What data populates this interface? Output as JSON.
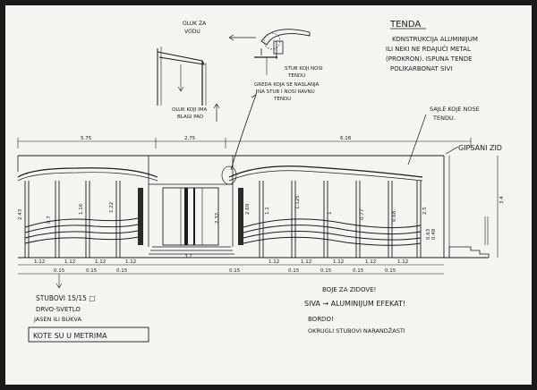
{
  "title": "TENDA",
  "notes": {
    "tenda_desc": [
      "KONSTRUKCIJA ALUMINIJUM",
      "ILI NEKI NE RDAJUĆI METAL",
      "(PROKRON). ISPUNA TENDE",
      "POLIKARBONAT SIVI"
    ],
    "oluk_voda": [
      "OLUK ZA",
      "VODU"
    ],
    "stub_tendu": [
      "STUB KOJI NOSI",
      "TENDU"
    ],
    "greda": [
      "GREDA KOJA SE NASLANJA",
      "NA STUB I NOSI RAVNU",
      "TENDU"
    ],
    "oluk_pad": [
      "OLUK KOJI IMA",
      "BLAGI PAD"
    ],
    "sajle": [
      "SAJLE KOJE NOSE",
      "TENDU."
    ],
    "gipsani": "GIPSANI ZID",
    "stubovi": [
      "STUBOVI 15/15 □",
      "DRVO-SVETLO",
      "JASEN ILI BUKVA"
    ],
    "kote": "KOTE SU U METRIMA",
    "boje": [
      "BOJE ZA ZIDOVE!",
      "SIVA → ALUMINIJUM EFEKAT!",
      "BORDO!",
      "OKRUGLI STUBOVI NARANDŽASTI"
    ]
  },
  "dimensions": {
    "top": [
      "5.75",
      "2.75",
      "6.18"
    ],
    "right_height": "3.4",
    "door_height": "2.32",
    "door_width": "3.2",
    "left_height": "2.43",
    "right_low_h": "2.69",
    "right_wall_h": "2.5",
    "railing_left": [
      "0.7",
      "1.16",
      "1.22"
    ],
    "railing_right": [
      "1.1",
      "1.125",
      "1",
      "0.77",
      "0.68"
    ],
    "railing_small": [
      "0.63",
      "0.48"
    ],
    "bays_left": [
      "1.12",
      "1.12",
      "1.12",
      "1.12"
    ],
    "bays_right": [
      "1.12",
      "1.12",
      "1.12",
      "1.12",
      "1.12"
    ],
    "post_left": [
      "0.15",
      "0.15",
      "0.15"
    ],
    "post_right": [
      "0.15",
      "0.15",
      "0.15",
      "0.15",
      "0.15"
    ]
  }
}
